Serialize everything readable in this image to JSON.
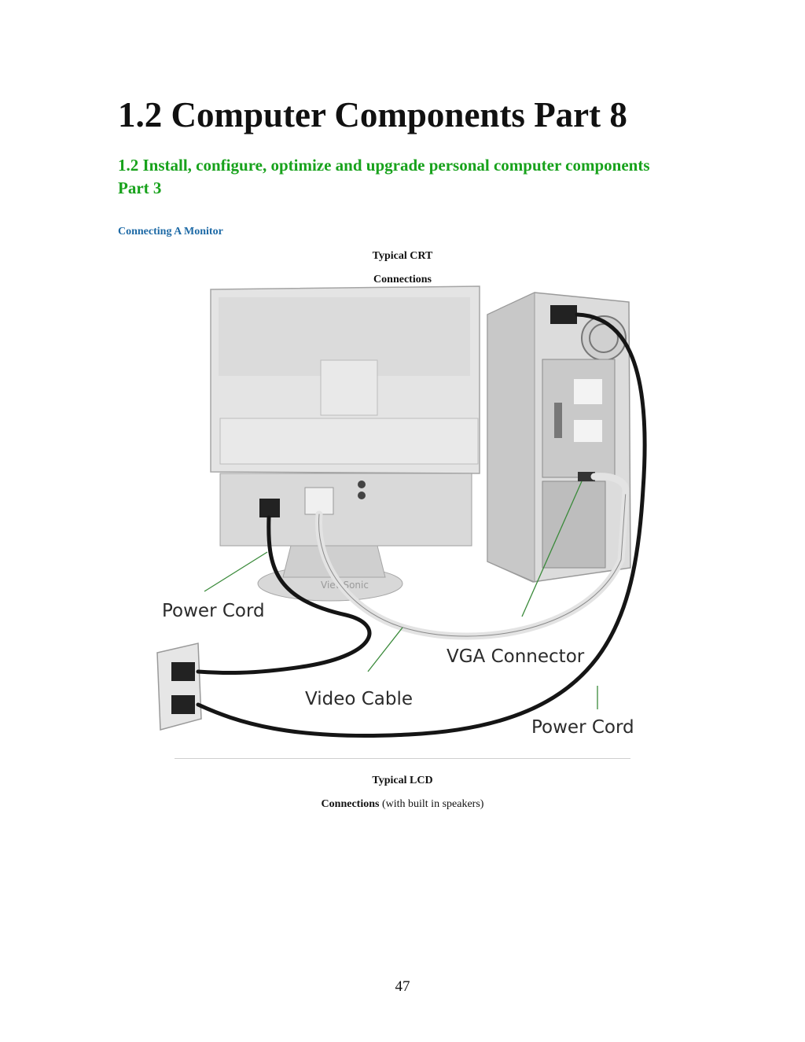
{
  "document": {
    "title": "1.2 Computer Components Part 8",
    "subtitle": "1.2 Install, configure, optimize and upgrade personal computer components Part 3",
    "section": "Connecting A Monitor",
    "figure1": {
      "caption_line1": "Typical CRT",
      "caption_line2": "Connections",
      "labels": {
        "power_cord_left": "Power Cord",
        "vga_connector": "VGA Connector",
        "video_cable": "Video Cable",
        "power_cord_right": "Power Cord",
        "brand": "ViewSonic"
      }
    },
    "figure2": {
      "caption_line1": "Typical LCD",
      "caption_bold": "Connections",
      "caption_rest": " (with built in speakers)"
    },
    "page_number": "47"
  }
}
